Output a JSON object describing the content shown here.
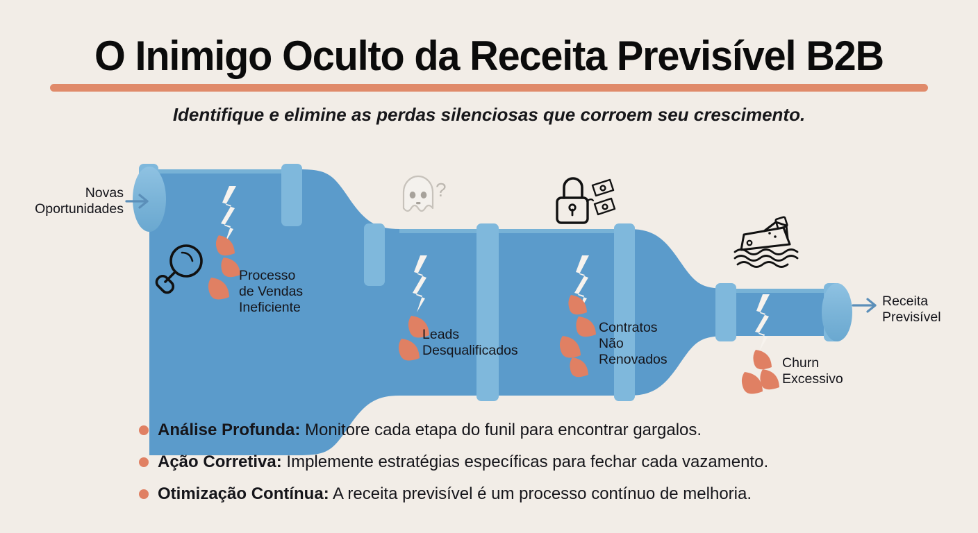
{
  "header": {
    "title": "O Inimigo Oculto da Receita Previsível B2B",
    "subtitle": "Identifique e elimine as perdas silenciosas que corroem seu crescimento.",
    "rule_color": "#E08A6A"
  },
  "colors": {
    "background": "#F2EDE7",
    "pipe_body": "#5B9BCB",
    "pipe_highlight": "#7FB8DC",
    "pipe_cap": "#82B9DC",
    "leak_orange": "#E08063",
    "crack_white": "#F7F3EE",
    "arrow_blue": "#5B8FB9",
    "text": "#14141A",
    "ghost_gray": "#CFCAC4"
  },
  "diagram": {
    "inlet_label": "Novas\nOportunidades",
    "outlet_label": "Receita\nPrevisível",
    "inlet_arrow_icon": "arrow-right-icon",
    "outlet_arrow_icon": "arrow-right-icon",
    "leaks": [
      {
        "id": "leak-1",
        "label": "Processo\nde Vendas\nIneficiente",
        "icon": "magnifier-icon",
        "drips": 3
      },
      {
        "id": "leak-2",
        "label": "Leads\nDesqualificados",
        "icon": "ghost-question-icon",
        "drips": 2
      },
      {
        "id": "leak-3",
        "label": "Contratos\nNão\nRenovados",
        "icon": "unlocked-padlock-money-icon",
        "drips": 4
      },
      {
        "id": "leak-4",
        "label": "Churn\nExcessivo",
        "icon": "sinking-ship-icon",
        "drips": 3
      }
    ],
    "icons": [
      {
        "name": "magnifier-icon",
        "meaning": "lupa / análise"
      },
      {
        "name": "ghost-question-icon",
        "meaning": "lead fantasma",
        "glyph": "?"
      },
      {
        "name": "unlocked-padlock-money-icon",
        "meaning": "contrato aberto, dinheiro saindo",
        "glyph": "$"
      },
      {
        "name": "sinking-ship-icon",
        "meaning": "navio afundando / churn"
      }
    ]
  },
  "bullets": [
    {
      "lead": "Análise Profunda:",
      "text": " Monitore cada etapa do funil para encontrar gargalos."
    },
    {
      "lead": "Ação Corretiva:",
      "text": " Implemente estratégias específicas para fechar cada vazamento."
    },
    {
      "lead": "Otimização Contínua:",
      "text": " A receita previsível é um processo contínuo de melhoria."
    }
  ]
}
